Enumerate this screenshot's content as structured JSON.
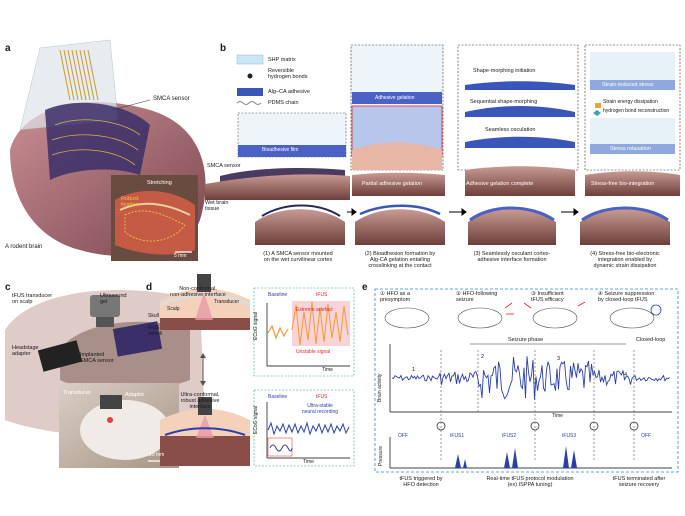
{
  "panels": {
    "a": "a",
    "b": "b",
    "c": "c",
    "d": "d",
    "e": "e"
  },
  "a": {
    "smca_sensor": "SMCA sensor",
    "stretching": "Stretching",
    "robust_fixation": "Robust\nfixation",
    "scale": "5 mm",
    "rodent_brain": "A rodent brain"
  },
  "b": {
    "legend": {
      "shp_matrix": "SHP matrix",
      "hydrogen_bonds": "Reversible\nhydrogen bonds",
      "alg_ca": "Alg–CA adhesive",
      "pdms": "PDMS chain"
    },
    "adhesive_gelation": "Adhesive gelation",
    "bioadhesive_film": "Bioadhesive film",
    "smca_sensor": "SMCA sensor",
    "wet_brain_tissue": "Wet brain\ntissue",
    "partial_gelation": "Partial adhesive gelation",
    "shape_morphing_init": "Shape-morphing initiation",
    "sequential": "Sequential shape-morphing",
    "seamless": "Seamless osculation",
    "gelation_complete": "Adhesive gelation complete",
    "strain_stress": "Strain-induced stress",
    "strain_energy": "Strain energy dissipation",
    "hbond_recon": "hydrogen bond reconstruction",
    "stress_relax": "Stress relaxation",
    "stress_free": "Stress-free bio-integration",
    "steps": [
      "(1) A SMCA sensor mounted\non the wet curvilinear cortex",
      "(2) Bioadhesion formation by\nAlg-CA gelation entailing\ncrosslinking at the contact",
      "(3) Seamlessly osculant cortex-\nadhesive interface formation",
      "(4) Stress-free bio-electronic\nintegration enabled by\ndynamic strain dissipation"
    ]
  },
  "c": {
    "tfus": "tFUS transducer\non scalp",
    "gel": "Ultrasound\ngel",
    "headstage": "Headstage\nadapter",
    "implanted": "Implanted\nSMCA sensor",
    "transducer": "Transducer",
    "adaptor": "Adaptor",
    "scale": "10 mm"
  },
  "d": {
    "top_label": "Non-conformal,\nnon-adhesive interface",
    "transducer": "Transducer",
    "scalp": "Scalp",
    "skull": "Skull",
    "tfus_stimuli": "tFUS\nstimuli",
    "baseline": "Baseline",
    "tfus": "tFUS",
    "extreme": "Extreme artefact",
    "unstable": "Unstable signal",
    "ecog": "ECoG signal",
    "time": "Time",
    "bottom_label": "Ultra-conformal,\nrobust adhesive\ninterface",
    "ultra_stable": "Ultra-stable\nneural recording"
  },
  "e": {
    "steps": [
      "HFO as a\npresymptom",
      "HFO-following\nseizure",
      "Insufficient\ntFUS efficacy",
      "Seizure suppression\nby closed-loop tFUS"
    ],
    "step_nums": [
      "1",
      "2",
      "3",
      "4"
    ],
    "trace_nums": [
      "1",
      "2",
      "3",
      "4"
    ],
    "seizure_phase": "Seizure phase",
    "closed_loop": "Closed-loop",
    "brain_activity": "Brain activity",
    "time": "Time",
    "pressure": "Pressure",
    "pulses": [
      "OFF",
      "tFUS1",
      "tFUS2",
      "tFUS3",
      "OFF"
    ],
    "notes": [
      "tFUS triggered by\nHFO detection",
      "Real-time tFUS protocol modulation\n(ex) ISPPA tuning)",
      "tFUS terminated after\nseizure recovery"
    ]
  },
  "colors": {
    "blue": "#2b3fa8",
    "red": "#e0262b",
    "cortex": "#b98a86",
    "tfus_pink": "#e99aa6",
    "orange": "#e8a33d"
  }
}
